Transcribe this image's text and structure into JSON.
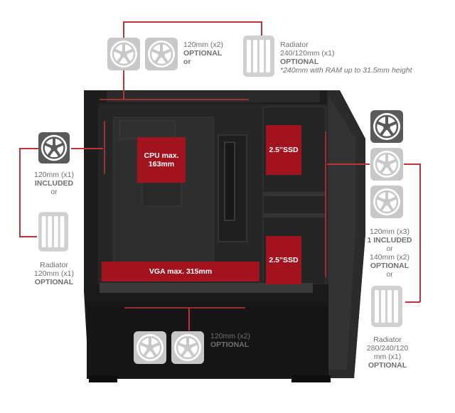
{
  "colors": {
    "accent": "#a3131d",
    "line": "#c0323b",
    "text": "#6f6f6f",
    "case": "#1f1f1f"
  },
  "top": {
    "fan_label": {
      "size": "120mm (x2)",
      "status": "OPTIONAL",
      "or": "or"
    },
    "radiator_label": {
      "name": "Radiator",
      "size": "240/120mm (x1)",
      "status": "OPTIONAL",
      "note": "*240mm with RAM up to 31.5mm height"
    }
  },
  "rear": {
    "fan_label": {
      "size": "120mm (x1)",
      "status": "INCLUDED",
      "or": "or"
    },
    "radiator_label": {
      "name": "Radiator",
      "size": "120mm (x1)",
      "status": "OPTIONAL"
    }
  },
  "front": {
    "fan_label": {
      "line1": "120mm (x3)",
      "line2": "1 INCLUDED",
      "or1": "or",
      "line3": "140mm (x2)",
      "status": "OPTIONAL",
      "or2": "or"
    },
    "radiator_label": {
      "name": "Radiator",
      "size1": "280/240/120",
      "size2": "mm (x1)",
      "status": "OPTIONAL"
    }
  },
  "bottom": {
    "fan_label": {
      "size": "120mm (x2)",
      "status": "OPTIONAL"
    }
  },
  "interior": {
    "cpu": {
      "line1": "CPU max.",
      "line2": "163mm"
    },
    "ssd_top": "2.5\"SSD",
    "ssd_bottom": "2.5\"SSD",
    "vga": "VGA max. 315mm"
  },
  "icons": [
    "fan-icon",
    "radiator-icon"
  ]
}
